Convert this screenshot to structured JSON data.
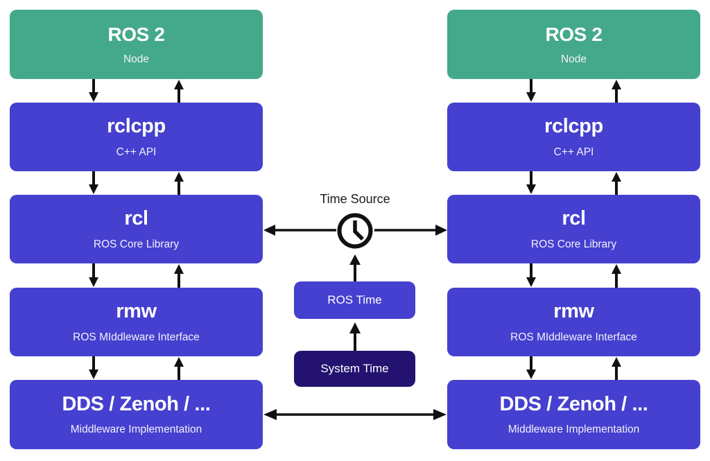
{
  "diagram": {
    "title": "ROS 2 layered architecture with time source",
    "colors": {
      "green": "#44a98a",
      "blue": "#4540cf",
      "navy": "#241270",
      "arrow": "#111111",
      "background": "#ffffff",
      "subtitle_text": "#f2f2fb"
    },
    "columns": [
      {
        "id": "left",
        "layers": [
          {
            "title": "ROS 2",
            "subtitle": "Node",
            "color": "green"
          },
          {
            "title": "rclcpp",
            "subtitle": "C++ API",
            "color": "blue"
          },
          {
            "title": "rcl",
            "subtitle": "ROS Core Library",
            "color": "blue"
          },
          {
            "title": "rmw",
            "subtitle": "ROS MIddleware Interface",
            "color": "blue"
          },
          {
            "title": "DDS / Zenoh / ...",
            "subtitle": "Middleware Implementation",
            "color": "blue"
          }
        ]
      },
      {
        "id": "right",
        "layers": [
          {
            "title": "ROS 2",
            "subtitle": "Node",
            "color": "green"
          },
          {
            "title": "rclcpp",
            "subtitle": "C++ API",
            "color": "blue"
          },
          {
            "title": "rcl",
            "subtitle": "ROS Core Library",
            "color": "blue"
          },
          {
            "title": "rmw",
            "subtitle": "ROS MIddleware Interface",
            "color": "blue"
          },
          {
            "title": "DDS / Zenoh / ...",
            "subtitle": "Middleware Implementation",
            "color": "blue"
          }
        ]
      }
    ],
    "center": {
      "time_source_label": "Time Source",
      "clock_icon": "clock-icon",
      "ros_time_label": "ROS Time",
      "system_time_label": "System Time"
    },
    "connectors": {
      "clock_to_left_rcl": "arrow-left",
      "clock_to_right_rcl": "arrow-right",
      "ros_time_to_clock": "arrow-up",
      "system_time_to_ros_time": "arrow-up",
      "dds_to_dds": "arrow-bidirectional"
    }
  }
}
